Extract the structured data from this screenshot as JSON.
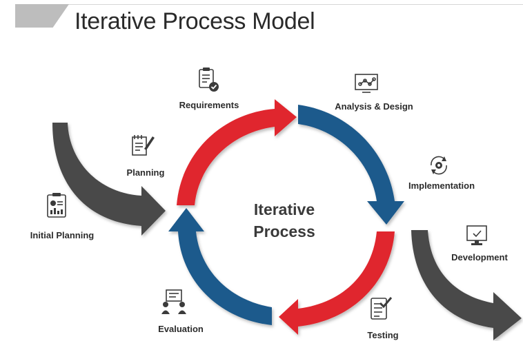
{
  "title": "Iterative Process Model",
  "center": {
    "line1": "Iterative",
    "line2": "Process"
  },
  "stages": {
    "initial_planning": "Initial Planning",
    "planning": "Planning",
    "requirements": "Requirements",
    "analysis_design": "Analysis & Design",
    "implementation": "Implementation",
    "testing": "Testing",
    "evaluation": "Evaluation",
    "development": "Development"
  },
  "colors": {
    "red": "#e0282e",
    "blue": "#1f5a8c",
    "grey": "#4a4a4a",
    "title_tab": "#bdbdbd"
  },
  "icons": {
    "initial_planning": "clipboard-chart-icon",
    "planning": "notepad-pen-icon",
    "requirements": "clipboard-check-icon",
    "analysis_design": "monitor-graph-icon",
    "implementation": "gear-refresh-icon",
    "testing": "checklist-icon",
    "evaluation": "people-board-icon",
    "development": "monitor-check-icon"
  }
}
